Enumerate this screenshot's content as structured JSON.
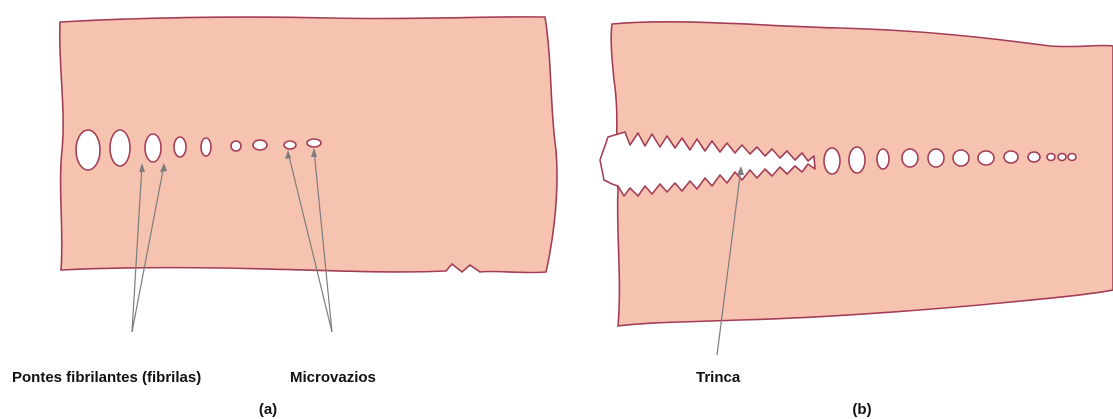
{
  "colors": {
    "material_fill": "#f6c3b0",
    "material_stroke": "#a33d55",
    "pointer_line": "#7d7d7d",
    "background": "#ffffff"
  },
  "panel_a": {
    "labels": {
      "fibrils": "Pontes fibrilantes (fibrilas)",
      "microvoids": "Microvazios"
    },
    "caption": "(a)"
  },
  "panel_b": {
    "labels": {
      "crack": "Trinca"
    },
    "caption": "(b)"
  }
}
